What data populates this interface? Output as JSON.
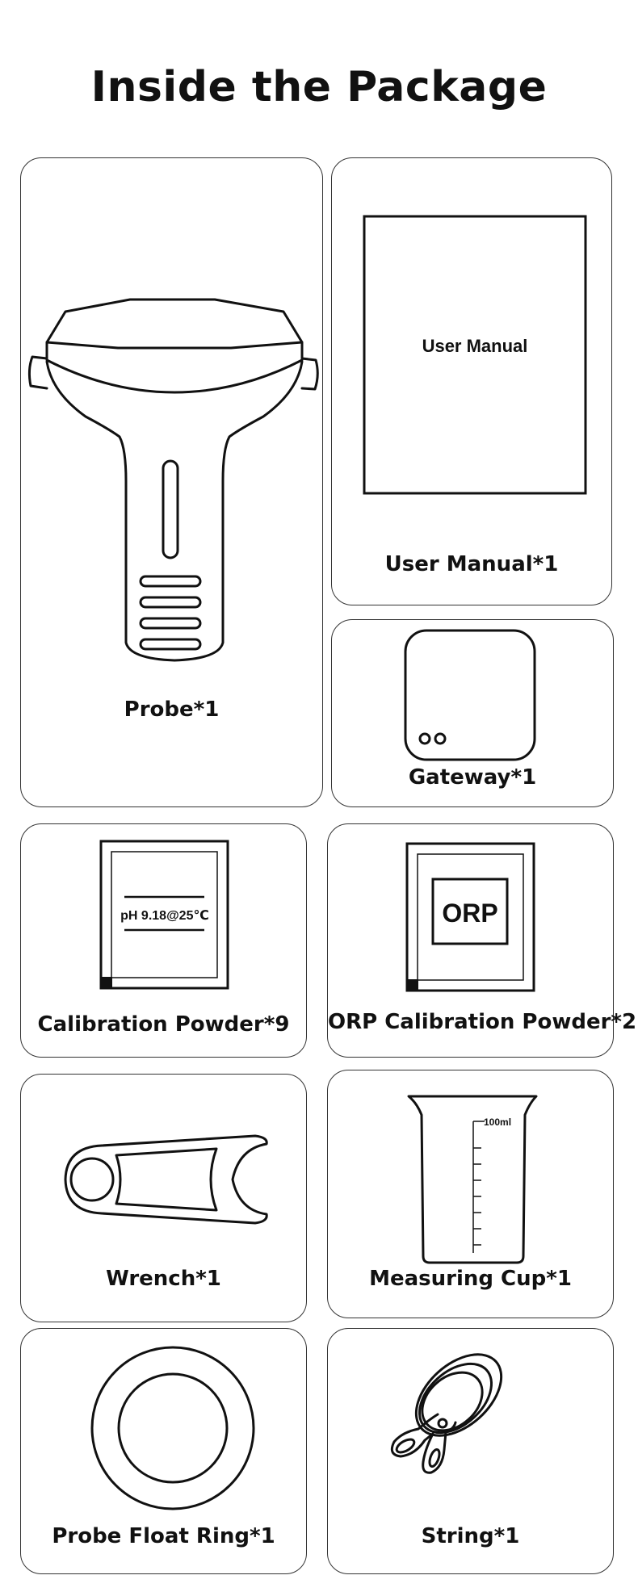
{
  "page_title": "Inside the Package",
  "items": {
    "probe": {
      "label": "Probe*1"
    },
    "user_manual": {
      "label": "User Manual*1",
      "cover_text": "User Manual"
    },
    "gateway": {
      "label": "Gateway*1"
    },
    "calibration_powder": {
      "label": "Calibration Powder*9",
      "sachet_text": "pH 9.18@25℃"
    },
    "orp_powder": {
      "label": "ORP Calibration Powder*2",
      "sachet_text": "ORP"
    },
    "wrench": {
      "label": "Wrench*1"
    },
    "measuring_cup": {
      "label": "Measuring Cup*1",
      "scale_text": "100ml"
    },
    "float_ring": {
      "label": "Probe Float Ring*1"
    },
    "string": {
      "label": "String*1"
    }
  }
}
